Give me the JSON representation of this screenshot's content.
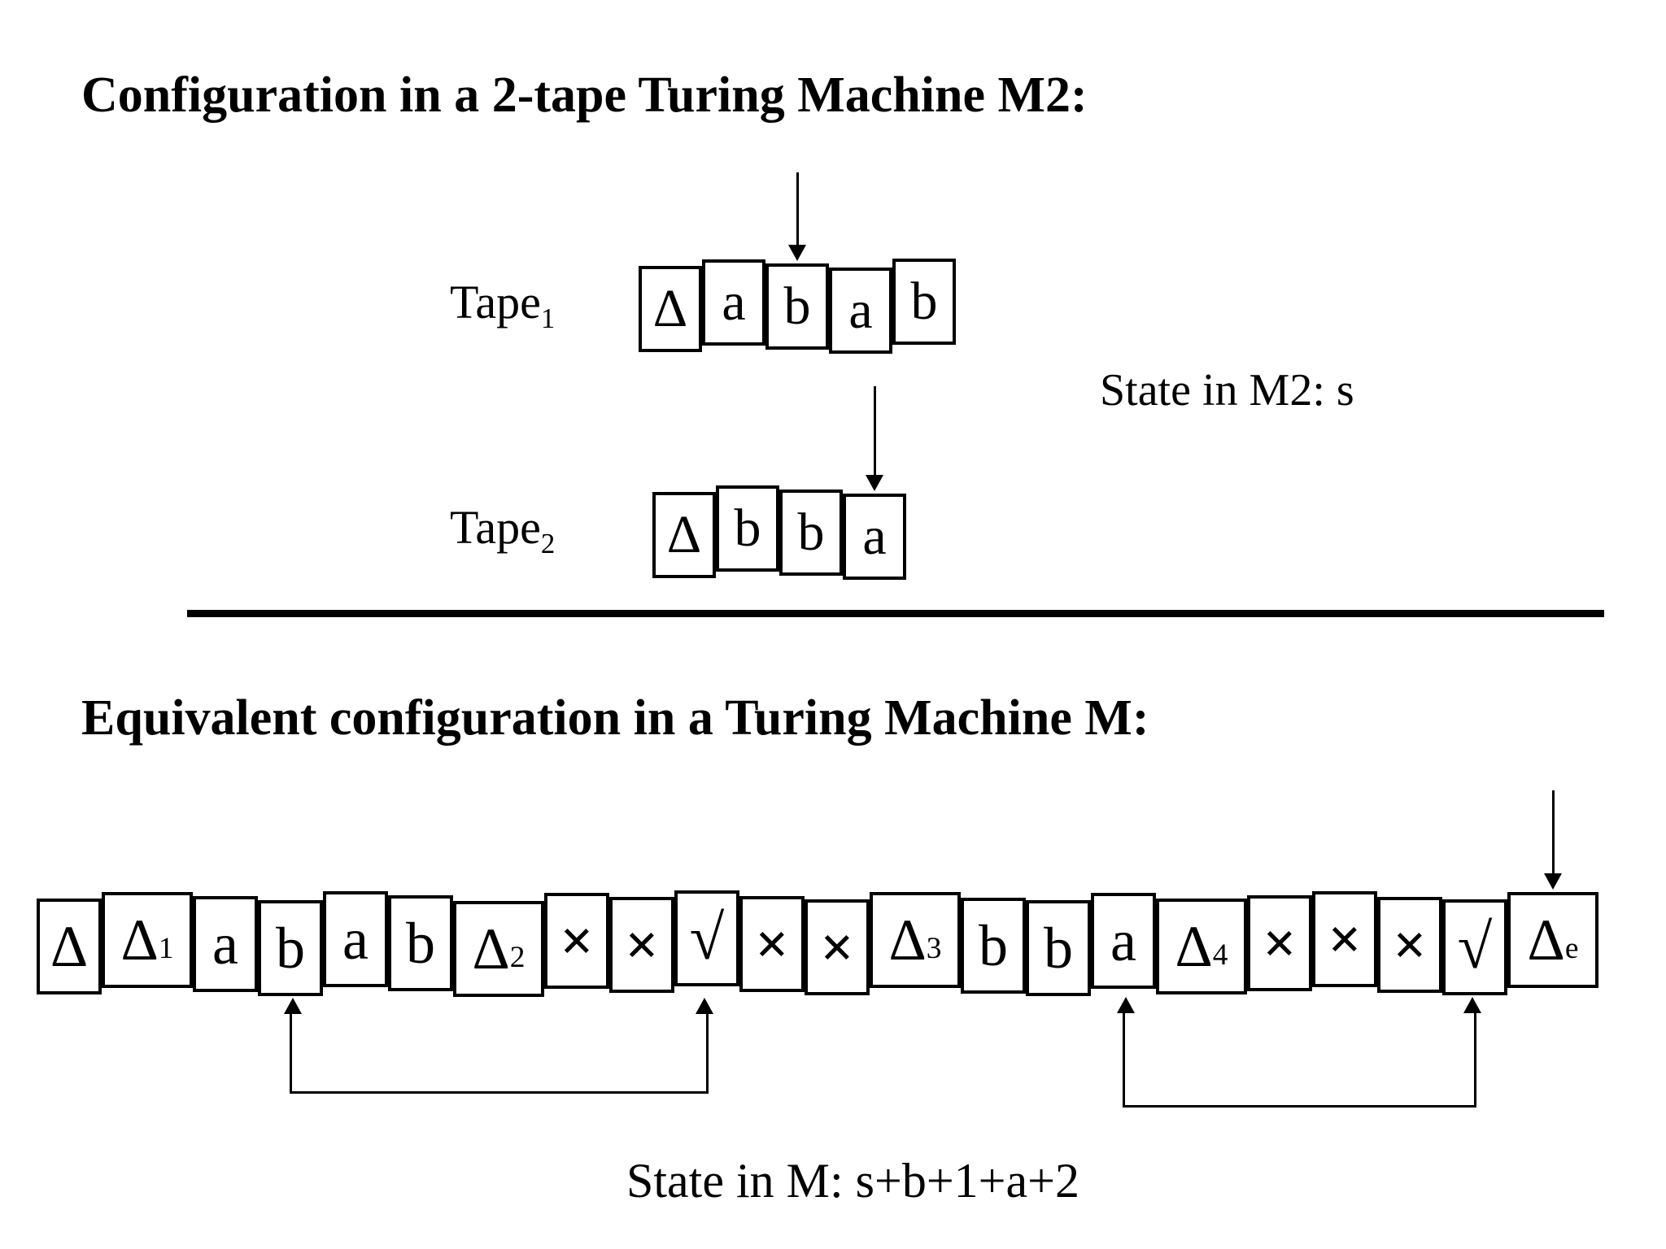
{
  "colors": {
    "ink": "#000000",
    "background": "#ffffff"
  },
  "section_m2": {
    "title": "Configuration in a 2-tape Turing Machine M2:",
    "state_label": "State in M2: s",
    "tape1": {
      "label_base": "Tape",
      "label_sub": "1",
      "head_index": 2,
      "cells": [
        {
          "t": "Δ",
          "sub": ""
        },
        {
          "t": "a",
          "sub": ""
        },
        {
          "t": "b",
          "sub": ""
        },
        {
          "t": "a",
          "sub": ""
        },
        {
          "t": "b",
          "sub": ""
        }
      ]
    },
    "tape2": {
      "label_base": "Tape",
      "label_sub": "2",
      "head_index": 3,
      "cells": [
        {
          "t": "Δ",
          "sub": ""
        },
        {
          "t": "b",
          "sub": ""
        },
        {
          "t": "b",
          "sub": ""
        },
        {
          "t": "a",
          "sub": ""
        }
      ]
    }
  },
  "section_m": {
    "title": "Equivalent configuration in a Turing Machine M:",
    "state_label": "State in M: s+b+1+a+2",
    "tape": {
      "head_index": 21,
      "cells": [
        {
          "t": "Δ",
          "sub": ""
        },
        {
          "t": "Δ",
          "sub": "1"
        },
        {
          "t": "a",
          "sub": ""
        },
        {
          "t": "b",
          "sub": ""
        },
        {
          "t": "a",
          "sub": ""
        },
        {
          "t": "b",
          "sub": ""
        },
        {
          "t": "Δ",
          "sub": "2"
        },
        {
          "t": "×",
          "sub": ""
        },
        {
          "t": "×",
          "sub": ""
        },
        {
          "t": "√",
          "sub": ""
        },
        {
          "t": "×",
          "sub": ""
        },
        {
          "t": "×",
          "sub": ""
        },
        {
          "t": "Δ",
          "sub": "3"
        },
        {
          "t": "b",
          "sub": ""
        },
        {
          "t": "b",
          "sub": ""
        },
        {
          "t": "a",
          "sub": ""
        },
        {
          "t": "Δ",
          "sub": "4"
        },
        {
          "t": "×",
          "sub": ""
        },
        {
          "t": "×",
          "sub": ""
        },
        {
          "t": "×",
          "sub": ""
        },
        {
          "t": "√",
          "sub": ""
        },
        {
          "t": "Δ",
          "sub": "e"
        }
      ]
    },
    "links": [
      {
        "from": 3,
        "to": 9
      },
      {
        "from": 15,
        "to": 20
      }
    ]
  }
}
